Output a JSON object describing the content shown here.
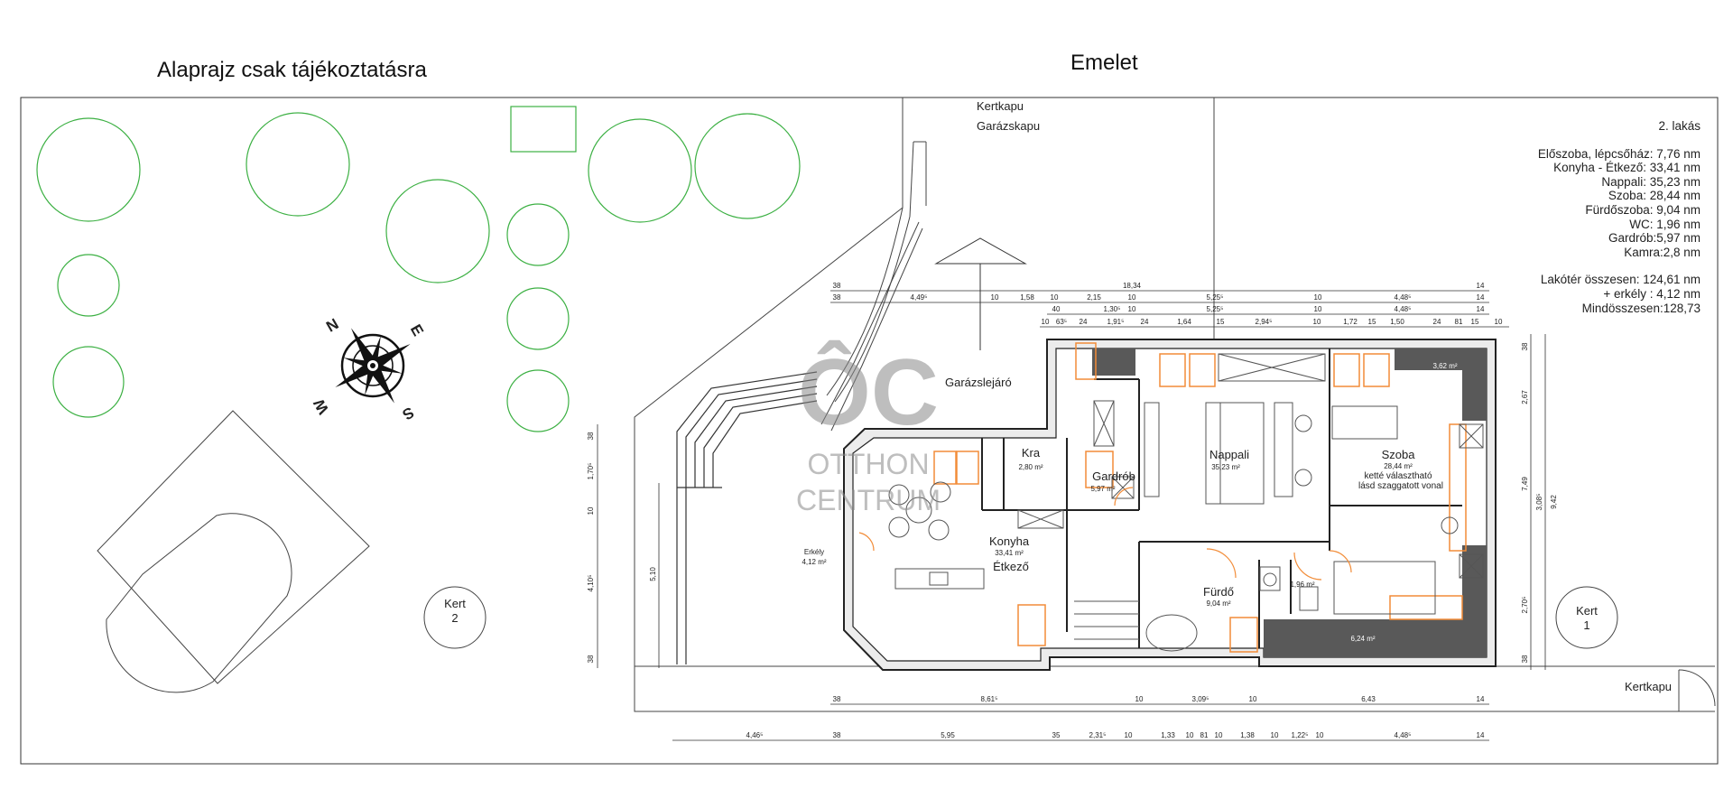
{
  "titles": {
    "left": "Alaprajz csak tájékoztatásra",
    "right": "Emelet"
  },
  "legend": {
    "unit": "2. lakás",
    "rooms": [
      "Előszoba, lépcsőház: 7,76 nm",
      "Konyha - Étkező: 33,41 nm",
      "Nappali: 35,23 nm",
      "Szoba: 28,44 nm",
      "Fürdőszoba: 9,04 nm",
      "WC: 1,96 nm",
      "Gardrób:5,97 nm",
      "Kamra:2,8 nm"
    ],
    "totals": [
      "Lakótér összesen: 124,61 nm",
      "+ erkély : 4,12 nm",
      "Mindösszesen:128,73"
    ]
  },
  "site_labels": {
    "kertkapu_top": "Kertkapu",
    "garazskapu": "Garázskapu",
    "garazslejaro": "Garázslejáró",
    "kertkapu_bottom": "Kertkapu",
    "kert1_line1": "Kert",
    "kert1_line2": "1",
    "kert2_line1": "Kert",
    "kert2_line2": "2"
  },
  "compass": {
    "n": "N",
    "e": "E",
    "s": "S",
    "w": "W"
  },
  "rooms": {
    "kra": {
      "name": "Kra",
      "area": "2,80 m²"
    },
    "gardrob": {
      "name": "Gardrób",
      "area": "5,97 m²"
    },
    "nappali": {
      "name": "Nappali",
      "area": "35,23 m²"
    },
    "szoba": {
      "name": "Szoba",
      "area": "28,44 m²",
      "note1": "ketté választható",
      "note2": "lásd szaggatott vonal"
    },
    "konyha": {
      "name1": "Konyha",
      "area": "33,41 m²",
      "name2": "Étkező"
    },
    "furdo": {
      "name": "Fürdő",
      "area": "9,04 m²"
    },
    "wc": {
      "area": "1,96 m²"
    },
    "erkely": {
      "name": "Erkély",
      "area": "4,12 m²"
    },
    "storage_top": {
      "area": "3,62 m²"
    },
    "storage_bottom": {
      "area": "6,24 m²"
    }
  },
  "dimensions": {
    "row1": [
      "38",
      "18,34",
      "14"
    ],
    "row2": [
      "38",
      "4,49⁵",
      "10",
      "1,58",
      "10",
      "2,15",
      "10",
      "5,25⁵",
      "10",
      "4,48⁵",
      "14"
    ],
    "row3": [
      "40",
      "1,30⁵",
      "10",
      "5,25⁵",
      "10",
      "4,48⁵",
      "14"
    ],
    "row4": [
      "10",
      "63⁵",
      "24",
      "1,91⁵",
      "24",
      "1,64",
      "15",
      "2,94⁵",
      "10",
      "1,72",
      "15",
      "1,50",
      "24",
      "81",
      "15",
      "10"
    ],
    "bottom1": [
      "38",
      "8,61⁵",
      "10",
      "3,09⁵",
      "10",
      "6,43",
      "14"
    ],
    "bottom2": [
      "4,46⁵",
      "38",
      "5,95",
      "35",
      "2,31⁵",
      "10",
      "1,33",
      "10",
      "81",
      "10",
      "1,38",
      "10",
      "1,22⁵",
      "10",
      "4,48⁵",
      "14"
    ],
    "left_vertical": [
      "38",
      "1,70⁵",
      "10",
      "4,10⁵",
      "38"
    ],
    "left_inner": "5,10",
    "right_vertical": [
      "38",
      "2,67",
      "7,49",
      "3,08⁵",
      "9,42",
      "2,70⁵",
      "38"
    ]
  },
  "watermark": {
    "logo": "ÔC",
    "line1": "OTTHON",
    "line2": "CENTRUM"
  }
}
